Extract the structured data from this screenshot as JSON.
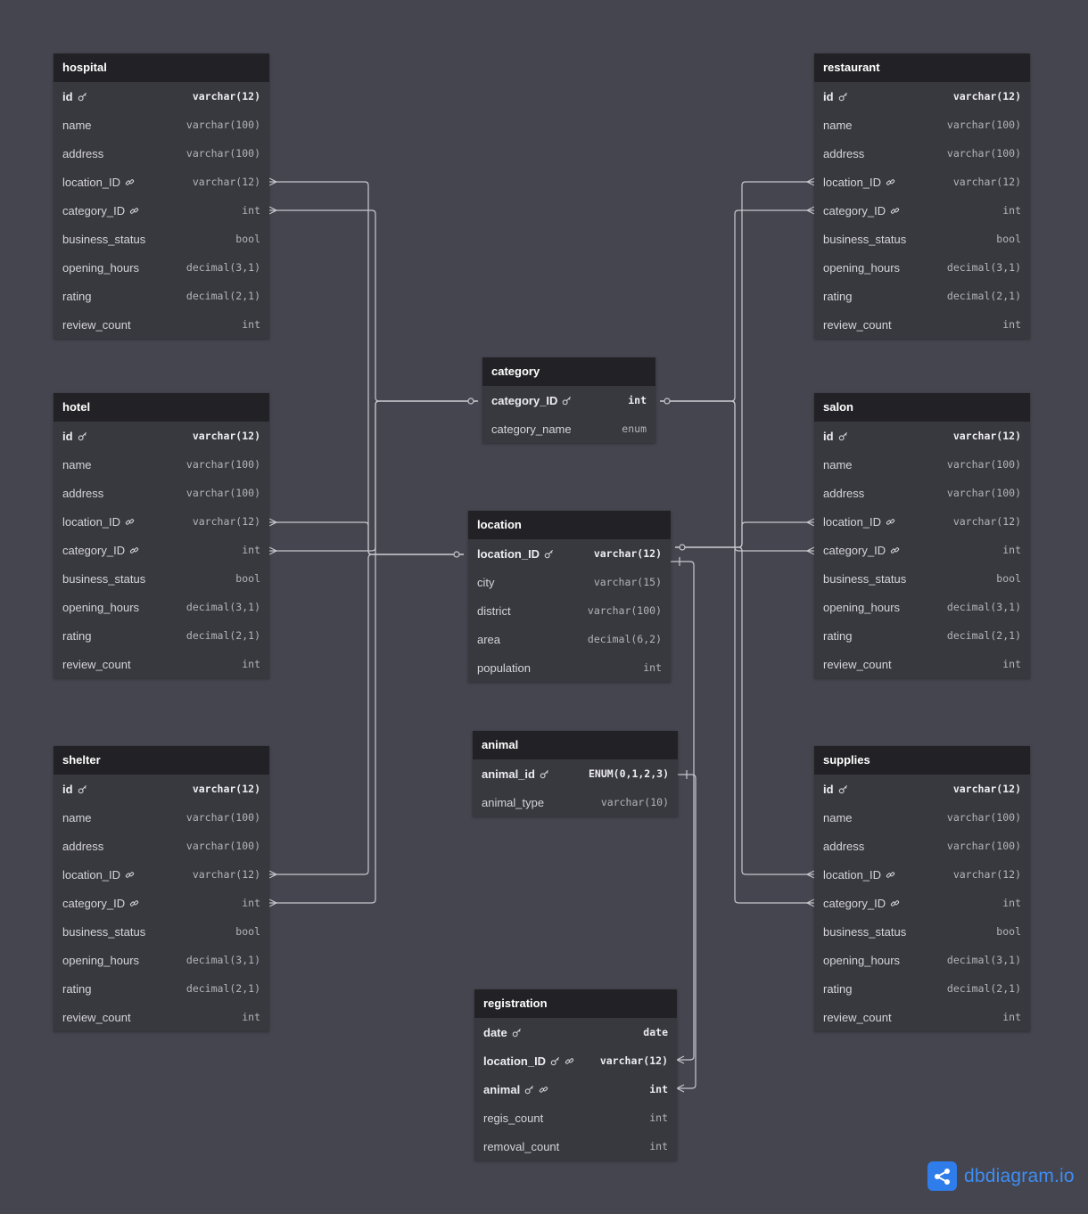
{
  "tables": [
    {
      "key": "hospital",
      "name": "hospital",
      "fields": [
        {
          "name": "id",
          "type": "varchar(12)",
          "pk": true,
          "fk": false
        },
        {
          "name": "name",
          "type": "varchar(100)",
          "pk": false,
          "fk": false
        },
        {
          "name": "address",
          "type": "varchar(100)",
          "pk": false,
          "fk": false
        },
        {
          "name": "location_ID",
          "type": "varchar(12)",
          "pk": false,
          "fk": true
        },
        {
          "name": "category_ID",
          "type": "int",
          "pk": false,
          "fk": true
        },
        {
          "name": "business_status",
          "type": "bool",
          "pk": false,
          "fk": false
        },
        {
          "name": "opening_hours",
          "type": "decimal(3,1)",
          "pk": false,
          "fk": false
        },
        {
          "name": "rating",
          "type": "decimal(2,1)",
          "pk": false,
          "fk": false
        },
        {
          "name": "review_count",
          "type": "int",
          "pk": false,
          "fk": false
        }
      ]
    },
    {
      "key": "hotel",
      "name": "hotel",
      "fields": [
        {
          "name": "id",
          "type": "varchar(12)",
          "pk": true,
          "fk": false
        },
        {
          "name": "name",
          "type": "varchar(100)",
          "pk": false,
          "fk": false
        },
        {
          "name": "address",
          "type": "varchar(100)",
          "pk": false,
          "fk": false
        },
        {
          "name": "location_ID",
          "type": "varchar(12)",
          "pk": false,
          "fk": true
        },
        {
          "name": "category_ID",
          "type": "int",
          "pk": false,
          "fk": true
        },
        {
          "name": "business_status",
          "type": "bool",
          "pk": false,
          "fk": false
        },
        {
          "name": "opening_hours",
          "type": "decimal(3,1)",
          "pk": false,
          "fk": false
        },
        {
          "name": "rating",
          "type": "decimal(2,1)",
          "pk": false,
          "fk": false
        },
        {
          "name": "review_count",
          "type": "int",
          "pk": false,
          "fk": false
        }
      ]
    },
    {
      "key": "shelter",
      "name": "shelter",
      "fields": [
        {
          "name": "id",
          "type": "varchar(12)",
          "pk": true,
          "fk": false
        },
        {
          "name": "name",
          "type": "varchar(100)",
          "pk": false,
          "fk": false
        },
        {
          "name": "address",
          "type": "varchar(100)",
          "pk": false,
          "fk": false
        },
        {
          "name": "location_ID",
          "type": "varchar(12)",
          "pk": false,
          "fk": true
        },
        {
          "name": "category_ID",
          "type": "int",
          "pk": false,
          "fk": true
        },
        {
          "name": "business_status",
          "type": "bool",
          "pk": false,
          "fk": false
        },
        {
          "name": "opening_hours",
          "type": "decimal(3,1)",
          "pk": false,
          "fk": false
        },
        {
          "name": "rating",
          "type": "decimal(2,1)",
          "pk": false,
          "fk": false
        },
        {
          "name": "review_count",
          "type": "int",
          "pk": false,
          "fk": false
        }
      ]
    },
    {
      "key": "restaurant",
      "name": "restaurant",
      "fields": [
        {
          "name": "id",
          "type": "varchar(12)",
          "pk": true,
          "fk": false
        },
        {
          "name": "name",
          "type": "varchar(100)",
          "pk": false,
          "fk": false
        },
        {
          "name": "address",
          "type": "varchar(100)",
          "pk": false,
          "fk": false
        },
        {
          "name": "location_ID",
          "type": "varchar(12)",
          "pk": false,
          "fk": true
        },
        {
          "name": "category_ID",
          "type": "int",
          "pk": false,
          "fk": true
        },
        {
          "name": "business_status",
          "type": "bool",
          "pk": false,
          "fk": false
        },
        {
          "name": "opening_hours",
          "type": "decimal(3,1)",
          "pk": false,
          "fk": false
        },
        {
          "name": "rating",
          "type": "decimal(2,1)",
          "pk": false,
          "fk": false
        },
        {
          "name": "review_count",
          "type": "int",
          "pk": false,
          "fk": false
        }
      ]
    },
    {
      "key": "salon",
      "name": "salon",
      "fields": [
        {
          "name": "id",
          "type": "varchar(12)",
          "pk": true,
          "fk": false
        },
        {
          "name": "name",
          "type": "varchar(100)",
          "pk": false,
          "fk": false
        },
        {
          "name": "address",
          "type": "varchar(100)",
          "pk": false,
          "fk": false
        },
        {
          "name": "location_ID",
          "type": "varchar(12)",
          "pk": false,
          "fk": true
        },
        {
          "name": "category_ID",
          "type": "int",
          "pk": false,
          "fk": true
        },
        {
          "name": "business_status",
          "type": "bool",
          "pk": false,
          "fk": false
        },
        {
          "name": "opening_hours",
          "type": "decimal(3,1)",
          "pk": false,
          "fk": false
        },
        {
          "name": "rating",
          "type": "decimal(2,1)",
          "pk": false,
          "fk": false
        },
        {
          "name": "review_count",
          "type": "int",
          "pk": false,
          "fk": false
        }
      ]
    },
    {
      "key": "supplies",
      "name": "supplies",
      "fields": [
        {
          "name": "id",
          "type": "varchar(12)",
          "pk": true,
          "fk": false
        },
        {
          "name": "name",
          "type": "varchar(100)",
          "pk": false,
          "fk": false
        },
        {
          "name": "address",
          "type": "varchar(100)",
          "pk": false,
          "fk": false
        },
        {
          "name": "location_ID",
          "type": "varchar(12)",
          "pk": false,
          "fk": true
        },
        {
          "name": "category_ID",
          "type": "int",
          "pk": false,
          "fk": true
        },
        {
          "name": "business_status",
          "type": "bool",
          "pk": false,
          "fk": false
        },
        {
          "name": "opening_hours",
          "type": "decimal(3,1)",
          "pk": false,
          "fk": false
        },
        {
          "name": "rating",
          "type": "decimal(2,1)",
          "pk": false,
          "fk": false
        },
        {
          "name": "review_count",
          "type": "int",
          "pk": false,
          "fk": false
        }
      ]
    },
    {
      "key": "category",
      "name": "category",
      "fields": [
        {
          "name": "category_ID",
          "type": "int",
          "pk": true,
          "fk": false
        },
        {
          "name": "category_name",
          "type": "enum",
          "pk": false,
          "fk": false
        }
      ]
    },
    {
      "key": "location",
      "name": "location",
      "fields": [
        {
          "name": "location_ID",
          "type": "varchar(12)",
          "pk": true,
          "fk": false
        },
        {
          "name": "city",
          "type": "varchar(15)",
          "pk": false,
          "fk": false
        },
        {
          "name": "district",
          "type": "varchar(100)",
          "pk": false,
          "fk": false
        },
        {
          "name": "area",
          "type": "decimal(6,2)",
          "pk": false,
          "fk": false
        },
        {
          "name": "population",
          "type": "int",
          "pk": false,
          "fk": false
        }
      ]
    },
    {
      "key": "animal",
      "name": "animal",
      "fields": [
        {
          "name": "animal_id",
          "type": "ENUM(0,1,2,3)",
          "pk": true,
          "fk": false
        },
        {
          "name": "animal_type",
          "type": "varchar(10)",
          "pk": false,
          "fk": false
        }
      ]
    },
    {
      "key": "registration",
      "name": "registration",
      "fields": [
        {
          "name": "date",
          "type": "date",
          "pk": true,
          "fk": false
        },
        {
          "name": "location_ID",
          "type": "varchar(12)",
          "pk": true,
          "fk": true
        },
        {
          "name": "animal",
          "type": "int",
          "pk": true,
          "fk": true
        },
        {
          "name": "regis_count",
          "type": "int",
          "pk": false,
          "fk": false
        },
        {
          "name": "removal_count",
          "type": "int",
          "pk": false,
          "fk": false
        }
      ]
    }
  ],
  "relationships": [
    {
      "from": "hospital.location_ID",
      "to": "location.location_ID",
      "type": "many-to-one"
    },
    {
      "from": "hospital.category_ID",
      "to": "category.category_ID",
      "type": "many-to-one"
    },
    {
      "from": "hotel.location_ID",
      "to": "location.location_ID",
      "type": "many-to-one"
    },
    {
      "from": "hotel.category_ID",
      "to": "category.category_ID",
      "type": "many-to-one"
    },
    {
      "from": "shelter.location_ID",
      "to": "location.location_ID",
      "type": "many-to-one"
    },
    {
      "from": "shelter.category_ID",
      "to": "category.category_ID",
      "type": "many-to-one"
    },
    {
      "from": "restaurant.location_ID",
      "to": "location.location_ID",
      "type": "many-to-one"
    },
    {
      "from": "restaurant.category_ID",
      "to": "category.category_ID",
      "type": "many-to-one"
    },
    {
      "from": "salon.location_ID",
      "to": "location.location_ID",
      "type": "many-to-one"
    },
    {
      "from": "salon.category_ID",
      "to": "category.category_ID",
      "type": "many-to-one"
    },
    {
      "from": "supplies.location_ID",
      "to": "location.location_ID",
      "type": "many-to-one"
    },
    {
      "from": "supplies.category_ID",
      "to": "category.category_ID",
      "type": "many-to-one"
    },
    {
      "from": "registration.location_ID",
      "to": "location.location_ID",
      "type": "many-to-one"
    },
    {
      "from": "registration.animal",
      "to": "animal.animal_id",
      "type": "many-to-one"
    }
  ],
  "brand": {
    "text": "dbdiagram.io",
    "icon": "share-network-icon"
  },
  "colors": {
    "background": "#45454f",
    "table_header": "#222226",
    "table_body": "#38383f",
    "connector": "#c8c8cf",
    "brand": "#3d8ef5"
  }
}
